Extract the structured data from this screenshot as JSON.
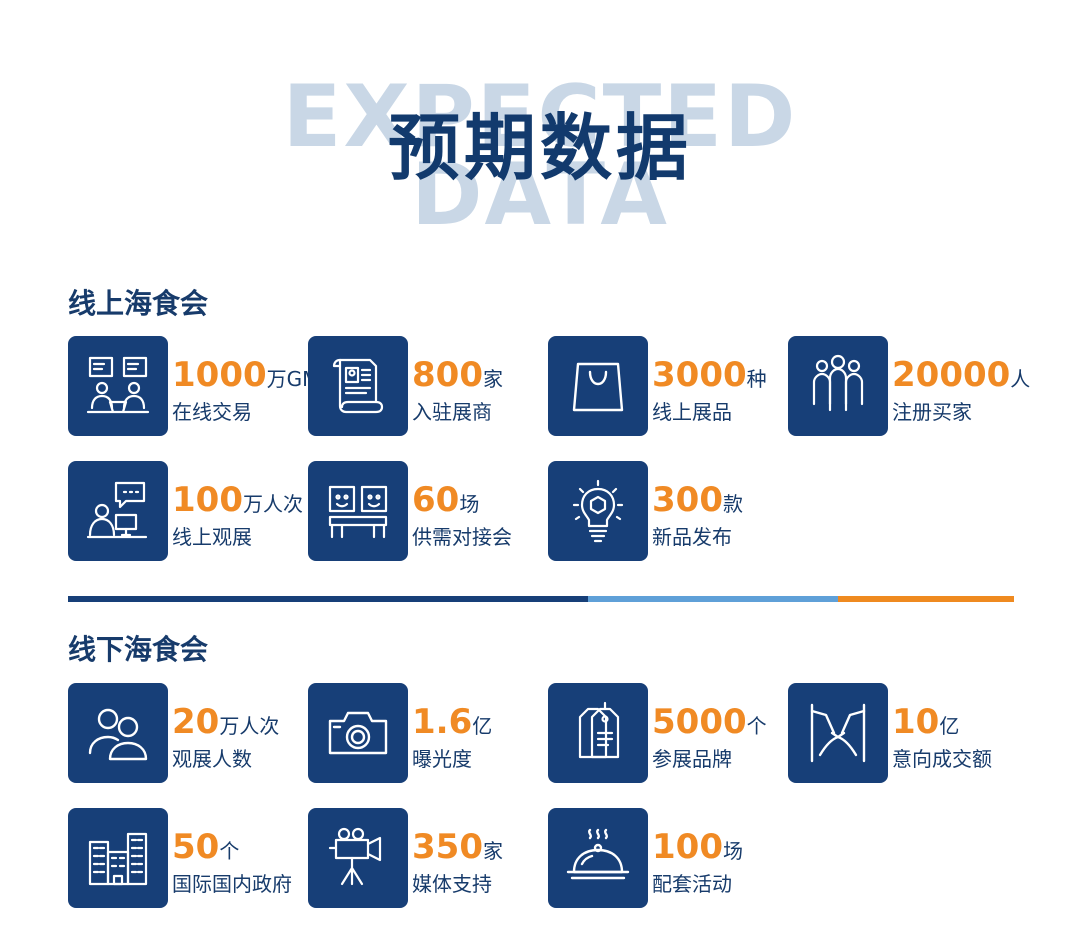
{
  "header": {
    "bg_line1": "EXPECTED",
    "bg_line2": "DATA",
    "title": "预期数据"
  },
  "online": {
    "title": "线上海食会",
    "items": [
      {
        "num": "1000",
        "unit": "万GMV",
        "label": "在线交易",
        "icon": "online-meeting-icon"
      },
      {
        "num": "800",
        "unit": "家",
        "label": "入驻展商",
        "icon": "certificate-scroll-icon"
      },
      {
        "num": "3000",
        "unit": "种",
        "label": "线上展品",
        "icon": "shopping-bag-icon"
      },
      {
        "num": "20000",
        "unit": "人",
        "label": "注册买家",
        "icon": "people-group-icon"
      },
      {
        "num": "100",
        "unit": "万人次",
        "label": "线上观展",
        "icon": "person-computer-icon"
      },
      {
        "num": "60",
        "unit": "场",
        "label": "供需对接会",
        "icon": "meeting-faces-icon"
      },
      {
        "num": "300",
        "unit": "款",
        "label": "新品发布",
        "icon": "lightbulb-icon"
      }
    ]
  },
  "offline": {
    "title": "线下海食会",
    "items": [
      {
        "num": "20",
        "unit": "万人次",
        "label": "观展人数",
        "icon": "two-users-icon"
      },
      {
        "num": "1.6",
        "unit": "亿",
        "label": "曝光度",
        "icon": "camera-icon"
      },
      {
        "num": "5000",
        "unit": "个",
        "label": "参展品牌",
        "icon": "tags-icon"
      },
      {
        "num": "10",
        "unit": "亿",
        "label": "意向成交额",
        "icon": "handshake-icon"
      },
      {
        "num": "50",
        "unit": "个",
        "label": "国际国内政府",
        "icon": "buildings-icon"
      },
      {
        "num": "350",
        "unit": "家",
        "label": "媒体支持",
        "icon": "video-camera-icon"
      },
      {
        "num": "100",
        "unit": "场",
        "label": "配套活动",
        "icon": "cloche-icon"
      }
    ]
  },
  "colors": {
    "navy": "#173f78",
    "orange": "#f08a24",
    "light_blue": "#5fa0d8"
  }
}
